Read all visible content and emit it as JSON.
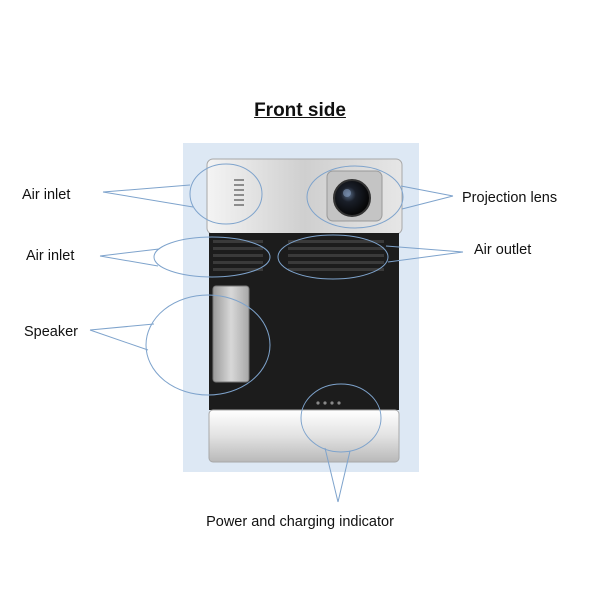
{
  "title": "Front side",
  "labels": {
    "air_inlet_top": "Air inlet",
    "air_inlet_mid": "Air inlet",
    "speaker": "Speaker",
    "projection_lens": "Projection lens",
    "air_outlet": "Air outlet",
    "power_indicator": "Power and charging indicator"
  },
  "colors": {
    "backdrop": "#dde8f4",
    "callout": "#7ea3cc",
    "body_dark": "#1c1c1c",
    "body_silver": "#d4d4d4"
  }
}
